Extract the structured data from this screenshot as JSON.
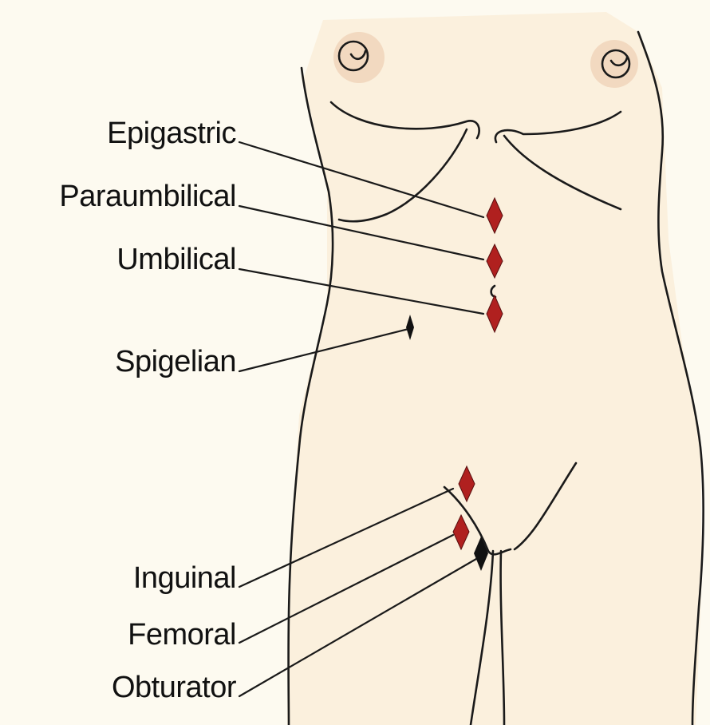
{
  "labels": {
    "epigastric": "Epigastric",
    "paraumbilical": "Paraumbilical",
    "umbilical": "Umbilical",
    "spigelian": "Spigelian",
    "inguinal": "Inguinal",
    "femoral": "Femoral",
    "obturator": "Obturator"
  },
  "colors": {
    "background": "#fdfaf0",
    "skin": "#fbf0dd",
    "outline": "#1a1a1a",
    "hernia_marker": "#b0201f",
    "spigelian_marker": "#111111",
    "obturator_marker": "#111111"
  }
}
